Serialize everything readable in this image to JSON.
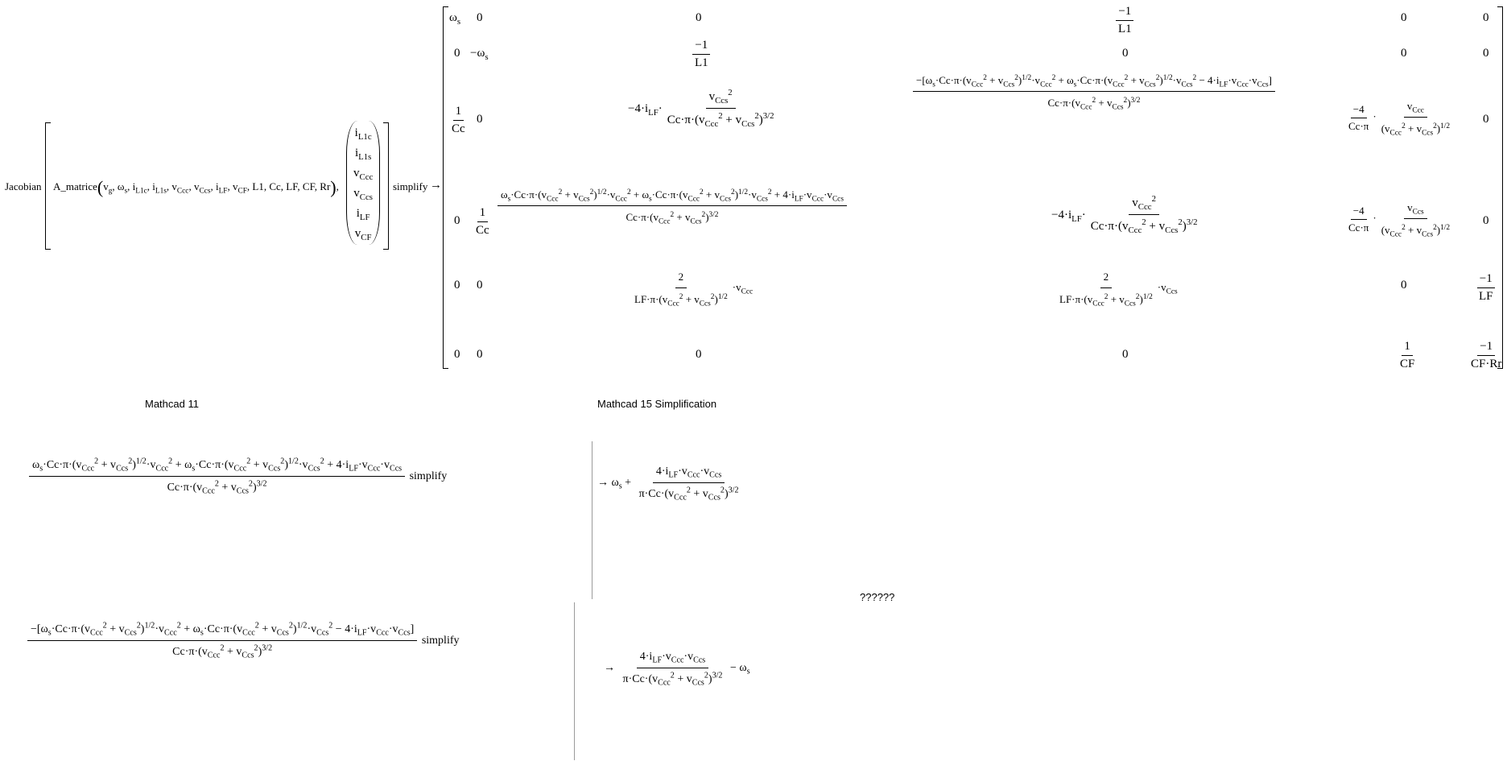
{
  "jacobian_label": "Jacobian",
  "function_name": "A_matrice",
  "simplify_label": "simplify",
  "arrow": "→",
  "args": {
    "vg": "v",
    "vg_sub": "g",
    "ws": "ω",
    "ws_sub": "s",
    "iL1c": "i",
    "iL1c_sub": "L1c",
    "iL1s": "i",
    "iL1s_sub": "L1s",
    "vCcc": "v",
    "vCcc_sub": "Ccc",
    "vCcs": "v",
    "vCcs_sub": "Ccs",
    "iLF": "i",
    "iLF_sub": "LF",
    "vCF": "v",
    "vCF_sub": "CF",
    "params": "L1, Cc, LF, CF, Rr"
  },
  "state_vector": [
    {
      "base": "i",
      "sub": "L1c"
    },
    {
      "base": "i",
      "sub": "L1s"
    },
    {
      "base": "v",
      "sub": "Ccc"
    },
    {
      "base": "v",
      "sub": "Ccs"
    },
    {
      "base": "i",
      "sub": "LF"
    },
    {
      "base": "v",
      "sub": "CF"
    }
  ],
  "matrix": {
    "zero": "0",
    "one": "1",
    "minus_one": "−1",
    "minus_four": "−4",
    "two": "2",
    "L1": "L1",
    "Cc": "Cc",
    "CF": "CF",
    "LF": "LF",
    "CFRr": "CF·Rr",
    "Ccpi": "Cc·π",
    "ws": "ω",
    "neg_ws": "−ω",
    "s": "s"
  },
  "captions": {
    "mathcad11": "Mathcad 11",
    "mathcad15": "Mathcad 15 Simplification",
    "question": "??????"
  },
  "expressions": {
    "result1_plus": "+",
    "result2_minus": "− ω"
  }
}
